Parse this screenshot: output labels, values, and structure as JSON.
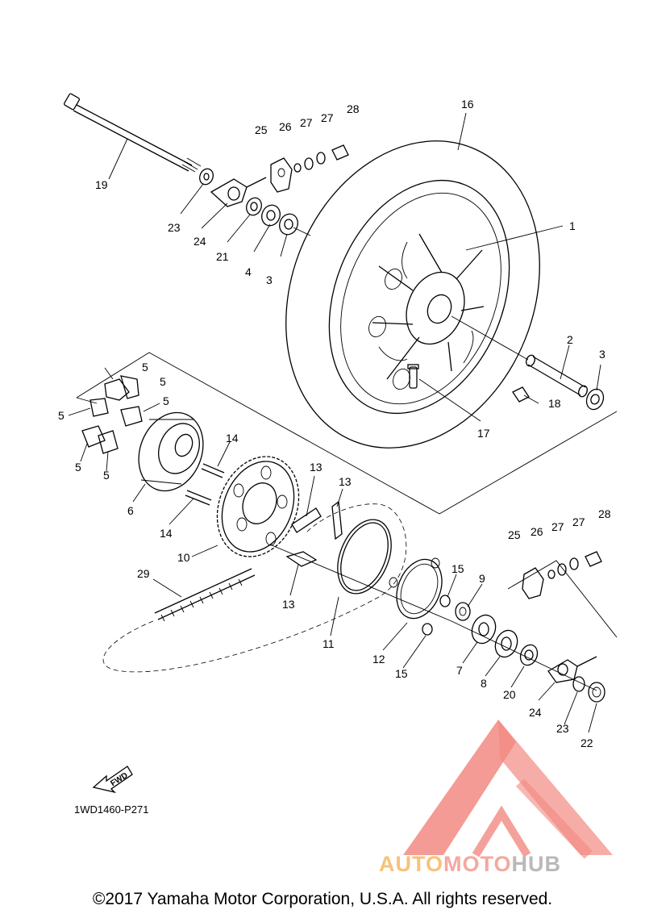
{
  "diagram": {
    "drawing_code": "1WD1460-P271",
    "fwd_label": "FWD",
    "copyright": "©2017 Yamaha Motor Corporation, U.S.A. All rights reserved.",
    "callouts": {
      "c1": "1",
      "c2": "2",
      "c3a": "3",
      "c3b": "3",
      "c4": "4",
      "c5a": "5",
      "c5b": "5",
      "c5c": "5",
      "c5d": "5",
      "c5e": "5",
      "c5f": "5",
      "c6": "6",
      "c7": "7",
      "c8": "8",
      "c9": "9",
      "c10": "10",
      "c11": "11",
      "c12": "12",
      "c13a": "13",
      "c13b": "13",
      "c13c": "13",
      "c14a": "14",
      "c14b": "14",
      "c15a": "15",
      "c15b": "15",
      "c16": "16",
      "c17": "17",
      "c18": "18",
      "c19": "19",
      "c20": "20",
      "c21": "21",
      "c22": "22",
      "c23a": "23",
      "c23b": "23",
      "c24a": "24",
      "c24b": "24",
      "c25a": "25",
      "c25b": "25",
      "c26a": "26",
      "c26b": "26",
      "c27a": "27",
      "c27b": "27",
      "c27c": "27",
      "c27d": "27",
      "c28a": "28",
      "c28b": "28",
      "c29": "29"
    }
  },
  "watermark": {
    "part1": "AUTO",
    "part2": "MOTO",
    "part3": "HUB",
    "colors": {
      "auto": "#f7c27a",
      "moto": "#f4a8a0",
      "hub": "#b9b9b9",
      "logo_mark": "#f28a82"
    }
  }
}
